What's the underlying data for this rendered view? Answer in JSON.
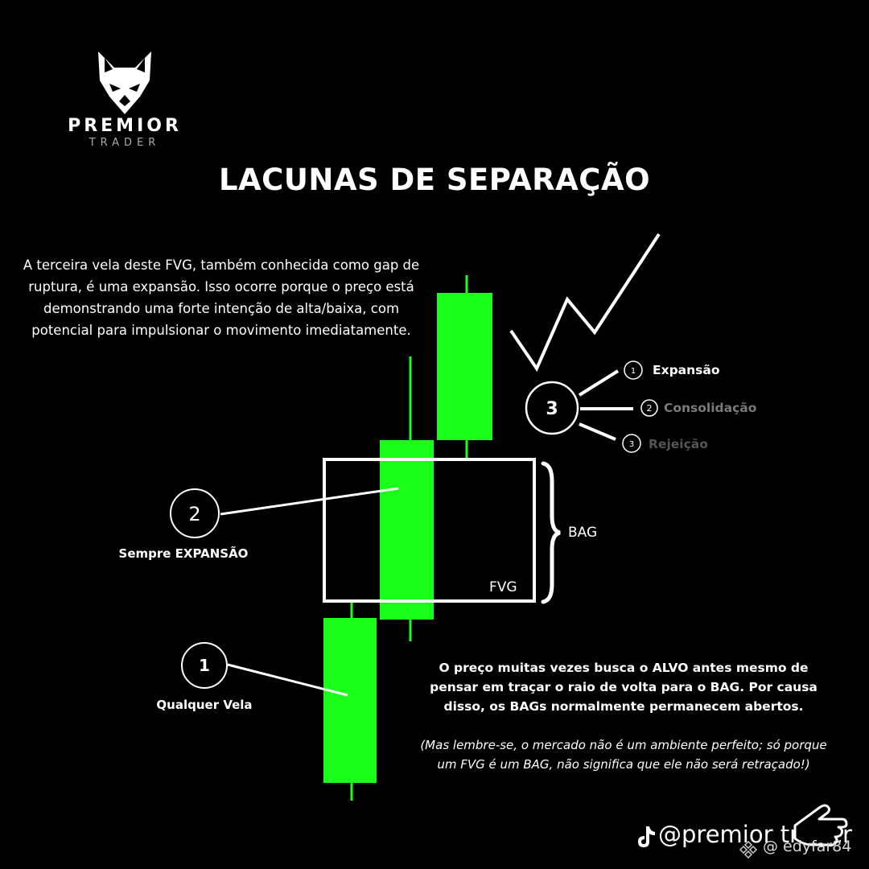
{
  "brand": {
    "name": "PREMIOR",
    "sub": "TRADER",
    "logo_icon": "wolf-head-icon"
  },
  "title": "LACUNAS DE SEPARAÇÃO",
  "intro_text": "A terceira vela deste FVG, também conhecida como gap de ruptura, é uma expansão. Isso ocorre porque o preço está demonstrando uma forte intenção de alta/baixa, com potencial para impulsionar o movimento imediatamente.",
  "markers": {
    "one": {
      "number": "1",
      "label": "Qualquer Vela"
    },
    "two": {
      "number": "2",
      "label": "Sempre EXPANSÃO"
    },
    "three": {
      "number": "3"
    }
  },
  "outcomes": [
    {
      "number": "1",
      "label": "Expansão",
      "color": "#ffffff"
    },
    {
      "number": "2",
      "label": "Consolidação",
      "color": "#7a7a7a"
    },
    {
      "number": "3",
      "label": "Rejeição",
      "color": "#555555"
    }
  ],
  "bag_label": "BAG",
  "fvg_label": "FVG",
  "note": "O preço muitas vezes busca o ALVO antes mesmo de pensar em traçar o raio de volta para o BAG. Por causa disso, os BAGs normalmente permanecem abertos.",
  "note_italic": "(Mas lembre-se, o mercado não é um ambiente perfeito; só porque um FVG é um BAG, não significa que ele não será retraçado!)",
  "footer": {
    "handle": "@premior trader",
    "watermark": "@ edyfar84"
  },
  "colors": {
    "candle": "#19ff19",
    "background": "#000000",
    "line": "#ffffff"
  }
}
